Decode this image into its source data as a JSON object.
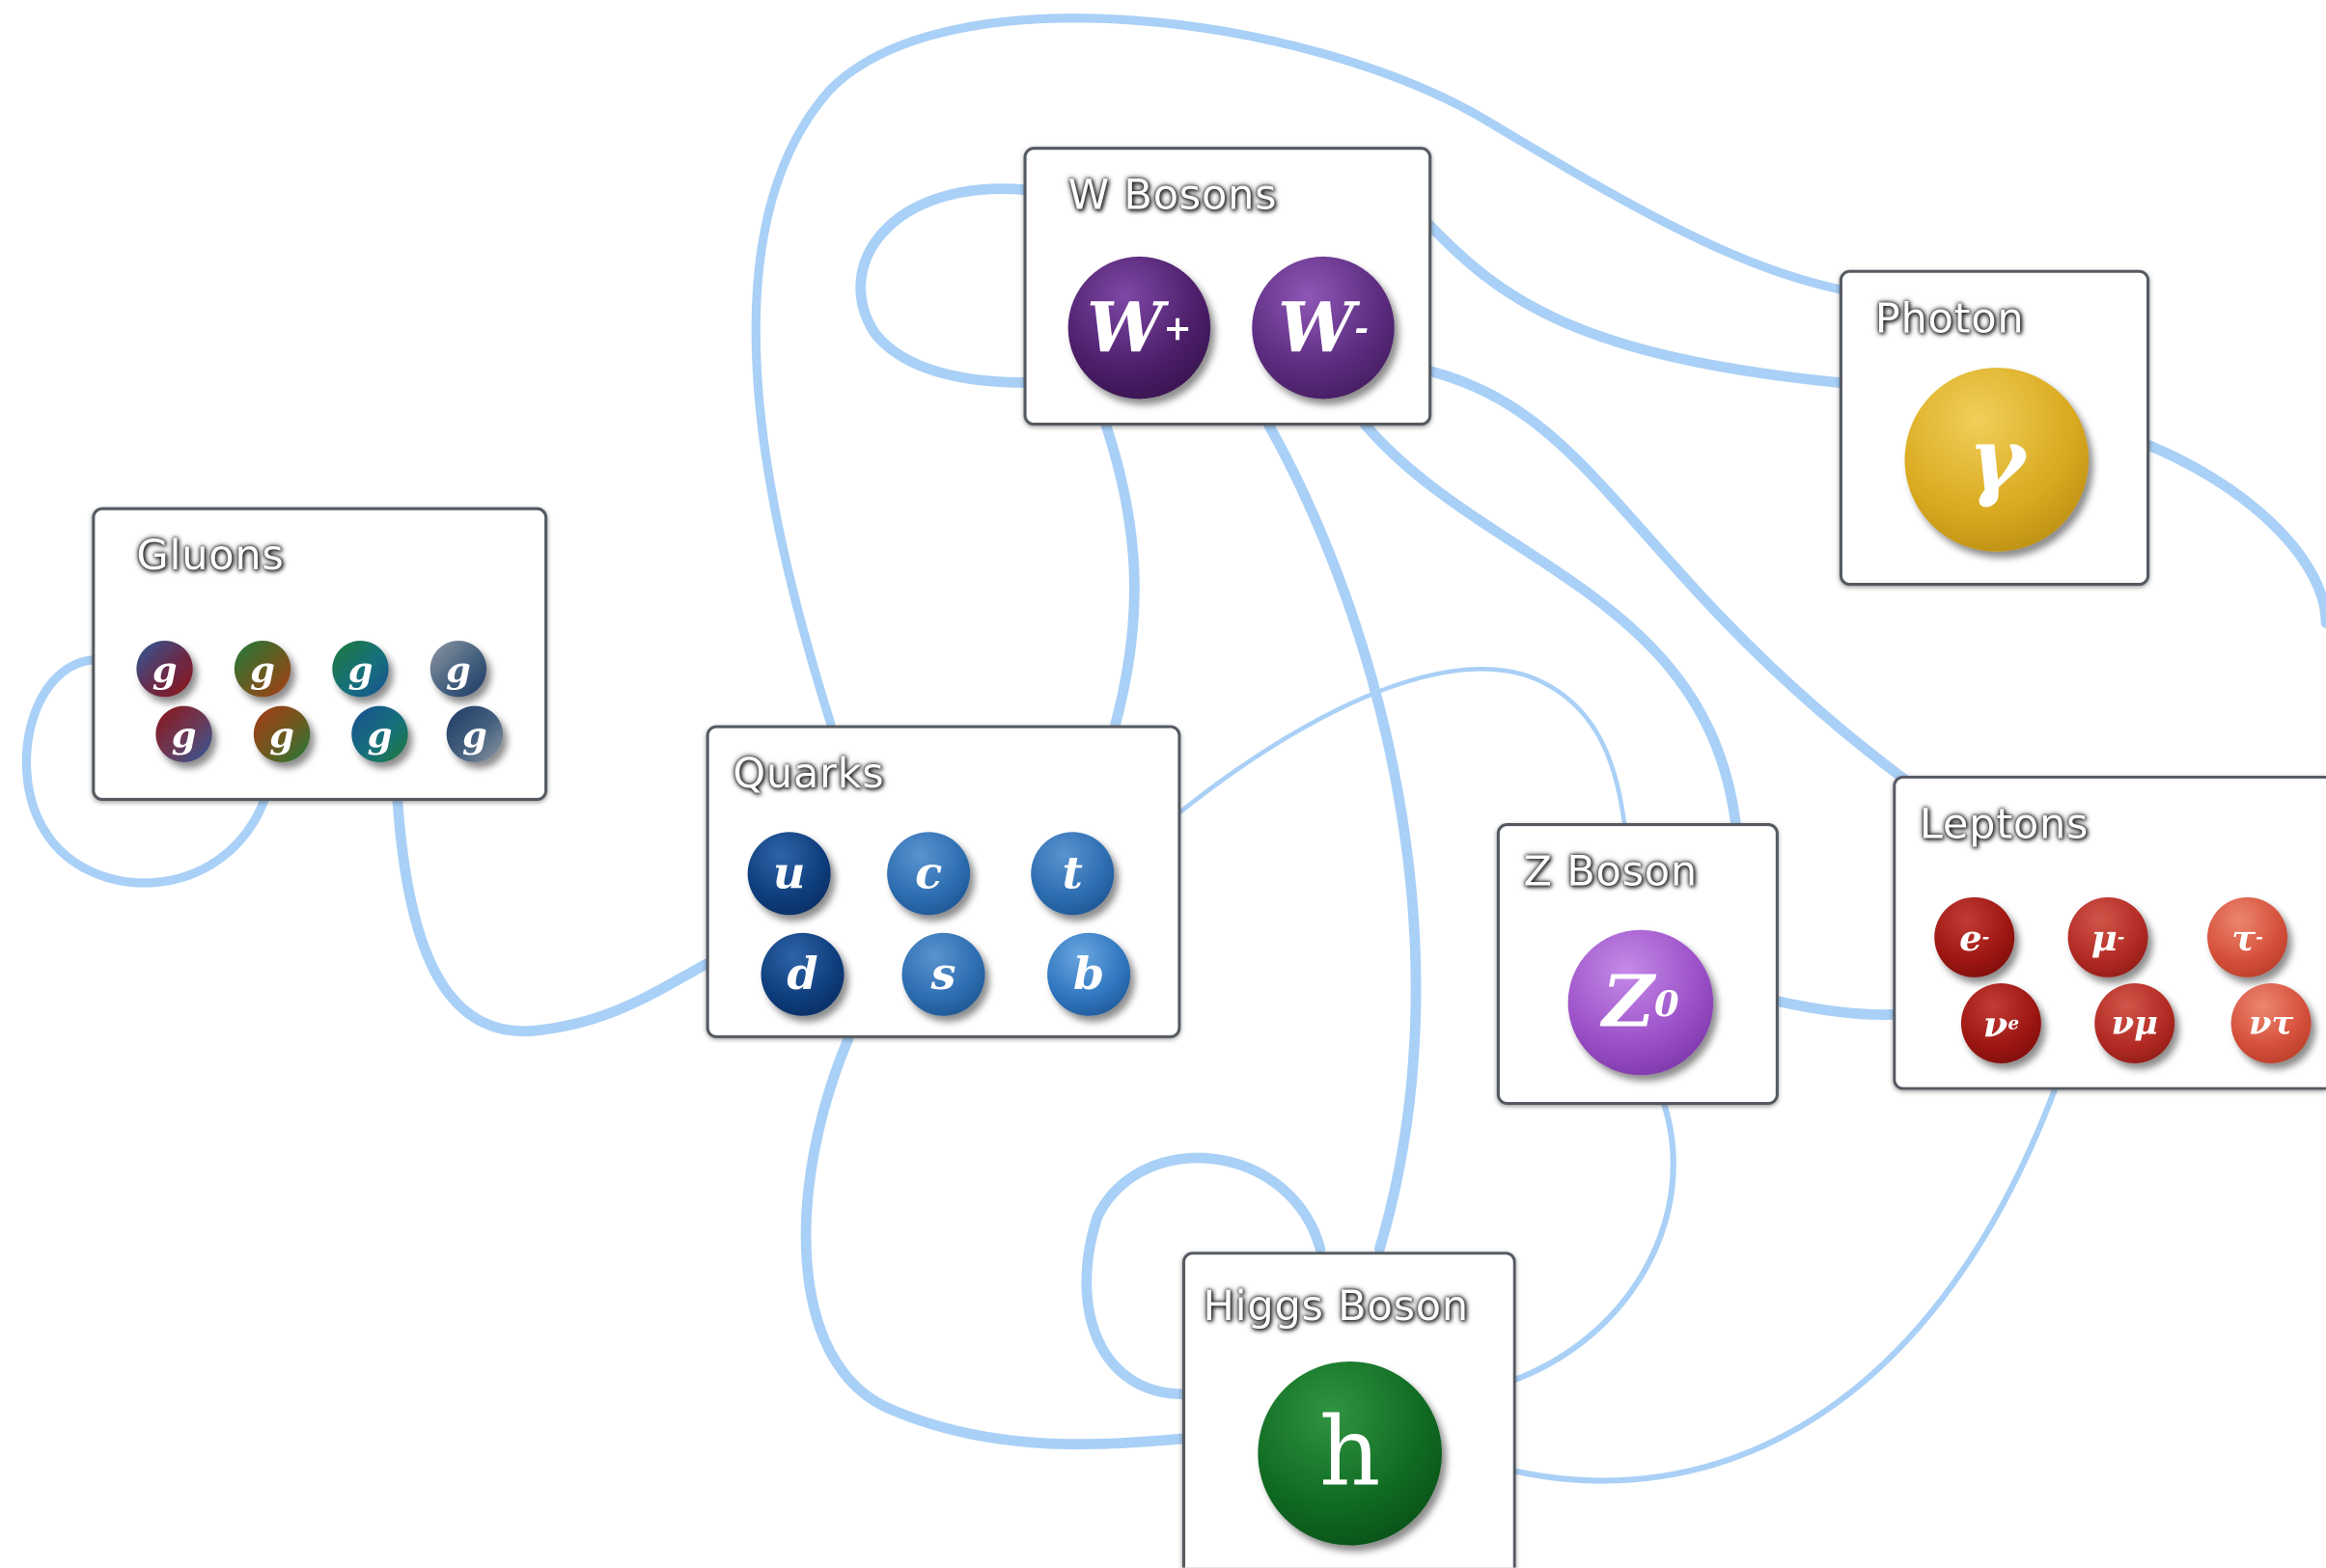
{
  "colors": {
    "line": "#a9d0f6",
    "box_border": "#555a61",
    "w_plus": "#4c1e69",
    "w_minus": "#5b2b7e",
    "photon": "#d9a91e",
    "z": "#9a4fc6",
    "higgs": "#0f6a21",
    "quark_u": "#0e3d7c",
    "quark_light": "#2c6db0",
    "lepton_dark": "#9d1612",
    "lepton_light": "#d5503b"
  },
  "groups": {
    "w_bosons": {
      "title": "W Bosons",
      "particles": [
        {
          "base": "W",
          "sup": "+"
        },
        {
          "base": "W",
          "sup": "-"
        }
      ]
    },
    "photon": {
      "title": "Photon",
      "particles": [
        {
          "base": "γ"
        }
      ]
    },
    "gluons": {
      "title": "Gluons",
      "particles": [
        {
          "base": "g"
        },
        {
          "base": "g"
        },
        {
          "base": "g"
        },
        {
          "base": "g"
        },
        {
          "base": "g"
        },
        {
          "base": "g"
        },
        {
          "base": "g"
        },
        {
          "base": "g"
        }
      ]
    },
    "quarks": {
      "title": "Quarks",
      "particles": [
        {
          "base": "u"
        },
        {
          "base": "c"
        },
        {
          "base": "t"
        },
        {
          "base": "d"
        },
        {
          "base": "s"
        },
        {
          "base": "b"
        }
      ]
    },
    "z_boson": {
      "title": "Z Boson",
      "particles": [
        {
          "base": "Z",
          "sup": "0"
        }
      ]
    },
    "leptons": {
      "title": "Leptons",
      "particles": [
        {
          "base": "e",
          "sup": "-"
        },
        {
          "base": "μ",
          "sup": "-"
        },
        {
          "base": "τ",
          "sup": "-"
        },
        {
          "base": "ν",
          "sub": "e"
        },
        {
          "base": "νμ"
        },
        {
          "base": "ντ"
        }
      ]
    },
    "higgs": {
      "title": "Higgs Boson",
      "particles": [
        {
          "base": "h"
        }
      ]
    }
  }
}
